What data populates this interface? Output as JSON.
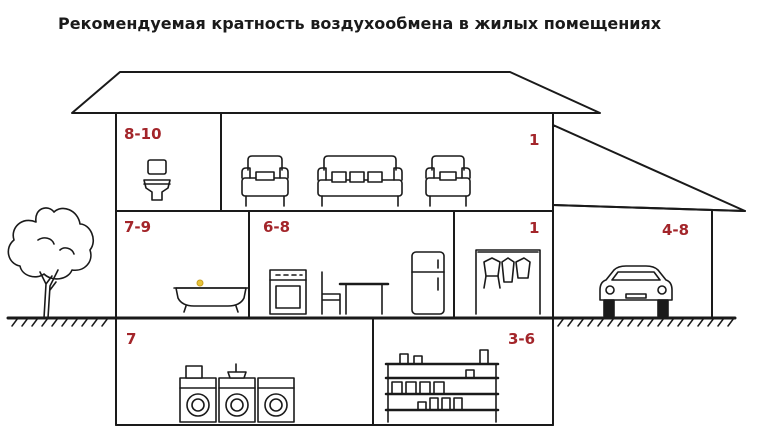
{
  "title": "Рекомендуемая кратность воздухообмена в жилых помещениях",
  "accent_color": "#a3252a",
  "rooms": [
    {
      "id": "bathroom-toilet",
      "rate": "8-10"
    },
    {
      "id": "living-room",
      "rate": "1"
    },
    {
      "id": "bathroom-bath",
      "rate": "7-9"
    },
    {
      "id": "kitchen",
      "rate": "6-8"
    },
    {
      "id": "wardrobe",
      "rate": "1"
    },
    {
      "id": "garage",
      "rate": "4-8"
    },
    {
      "id": "laundry",
      "rate": "7"
    },
    {
      "id": "storage",
      "rate": "3-6"
    }
  ],
  "icons": [
    "tree-icon",
    "toilet-icon",
    "armchair-icon",
    "sofa-icon",
    "bathtub-icon",
    "stove-icon",
    "dining-table-icon",
    "chair-icon",
    "fridge-icon",
    "clothes-rack-icon",
    "car-icon",
    "washing-machine-icon",
    "shelves-icon"
  ]
}
